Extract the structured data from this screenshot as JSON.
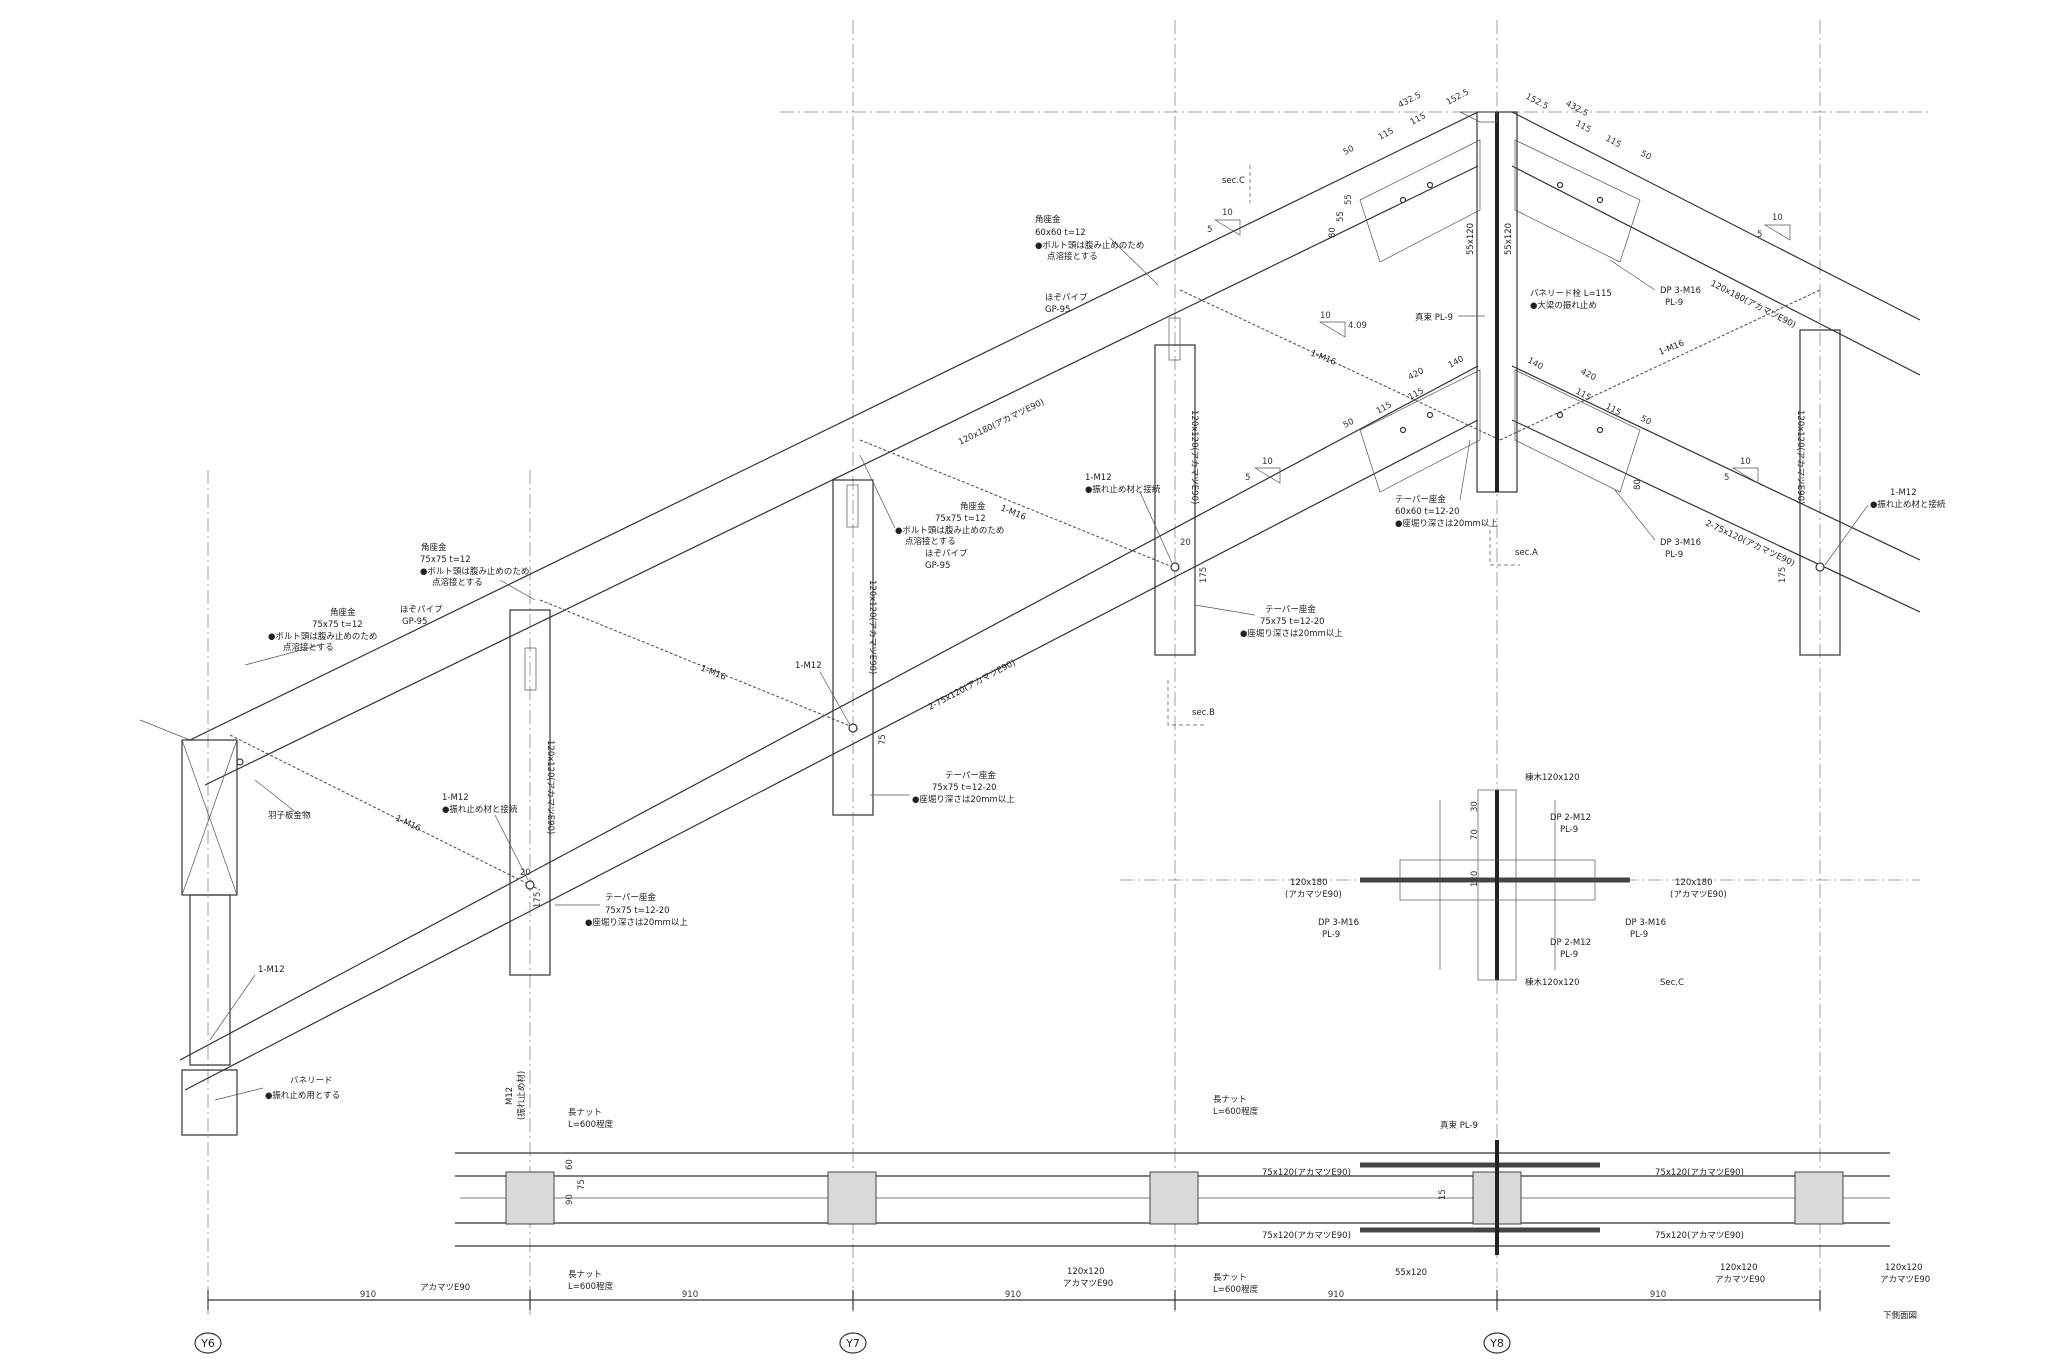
{
  "grid_axes": {
    "y6": "Y6",
    "y7": "Y7",
    "y8": "Y8"
  },
  "span_dims": [
    "910",
    "910",
    "910",
    "910",
    "910"
  ],
  "sheet_label": "下側面図",
  "sections": {
    "a": "sec.A",
    "b": "sec.B",
    "c": "sec.C",
    "c2": "Sec.C"
  },
  "slopes": {
    "rise": "10",
    "run": "5",
    "angle": "4.09"
  },
  "members": {
    "rafter_top": "120x180(アカマツE90)",
    "post": "120x120(アカマツE90)",
    "chord_lower": "2-75x120(アカマツE90)",
    "king_post": "55x120"
  },
  "hardware": {
    "kakuza_75": "角座金",
    "kakuza_75_size": "75x75  t=12",
    "kakuza_note1": "●ボルト頭は腹み止めのため",
    "kakuza_note2": "点溶接とする",
    "kakuza_60": "角座金",
    "kakuza_60_size": "60x60  t=12",
    "spacer": "ほぞパイプ",
    "spacer_size": "GP-95",
    "taper": "テーパー座金",
    "taper_size": "75x75  t=12-20",
    "taper_note": "●座堀り深さは20mm以上",
    "taper_60_size": "60x60  t=12-20",
    "m12": "1-M12",
    "m12_note": "●振れ止め材と接続",
    "m16": "1-M16",
    "hagoita": "羽子板金物",
    "spring": "バネリード",
    "spring_note": "●振れ止め用とする",
    "spring_115": "バネリード栓 L=115",
    "spring_115_note": "●大梁の振れ止め",
    "gusset": "真束  PL-9",
    "dp3": "DP  3-M16",
    "dp3_pl": "PL-9",
    "dp2": "DP  2-M12",
    "dp2_pl": "PL-9",
    "beam_120": "棟木120x120",
    "rafter_120180": "120x180",
    "rafter_species": "(アカマツE90)",
    "long_nut": "長ナット",
    "long_nut_len": "L=600程度",
    "m12_brace": "M12",
    "m12_brace_note": "(振れ止め材)",
    "post_120": "120x120",
    "post_species": "アカマツE90",
    "brace_75": "75x120(アカマツE90)",
    "king_55": "55x120",
    "gusset2": "真束  PL-9"
  },
  "dims_top": {
    "a1": "432.5",
    "a2": "152.5",
    "a3": "115",
    "a4": "115",
    "a5": "50",
    "b1": "420",
    "b2": "140",
    "b3": "115",
    "b4": "115",
    "b5": "50",
    "v1": "80",
    "v2": "55",
    "v3": "55",
    "v4": "80",
    "small_175": "175",
    "small_20": "20",
    "small_75": "75",
    "plan_60": "60",
    "plan_75": "75",
    "plan_90": "90",
    "plan_15": "15",
    "secc_30": "30",
    "secc_70": "70",
    "secc_120": "120"
  }
}
